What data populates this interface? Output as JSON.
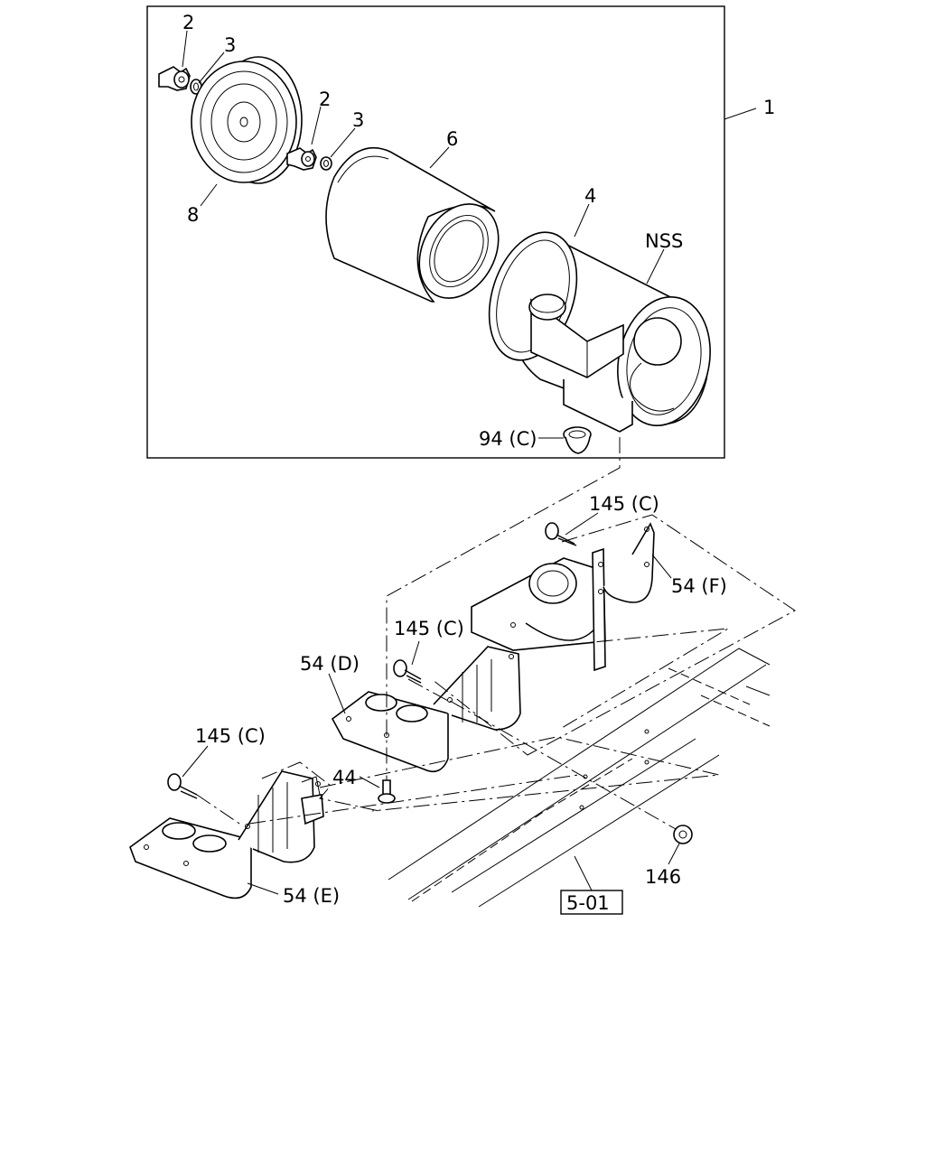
{
  "labels": {
    "assembly": "1",
    "wing_bolt_upper": "2",
    "washer_upper": "3",
    "wing_bolt_mid": "2",
    "washer_mid": "3",
    "element": "6",
    "cover": "8",
    "body": "4",
    "nss": "NSS",
    "valve": "94 (C)",
    "bolt_f": "145 (C)",
    "bracket_f": "54 (F)",
    "bolt_d": "145 (C)",
    "bracket_d": "54 (D)",
    "bolt_e": "145 (C)",
    "bolt_44": "44",
    "bracket_e": "54 (E)",
    "nut": "146",
    "ref": "5-01"
  }
}
